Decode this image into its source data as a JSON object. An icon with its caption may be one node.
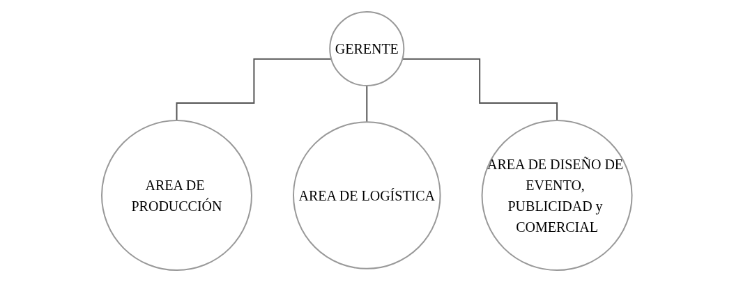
{
  "diagram": {
    "nodes": [
      {
        "text": [
          "GERENTE"
        ]
      },
      {
        "text": [
          "AREA DE PRODUCCIÓN"
        ]
      },
      {
        "text": [
          "AREA DE LOGÍSTICA"
        ]
      },
      {
        "text": [
          "AREA DE DISEÑO DE EVENTO, PUBLICIDAD y COMERCIAL"
        ]
      }
    ],
    "edges": [
      {
        "from": 0,
        "to": 1,
        "arrow": "none"
      },
      {
        "from": 0,
        "to": 2,
        "arrow": "none"
      },
      {
        "from": 0,
        "to": 3,
        "arrow": "none"
      }
    ]
  }
}
